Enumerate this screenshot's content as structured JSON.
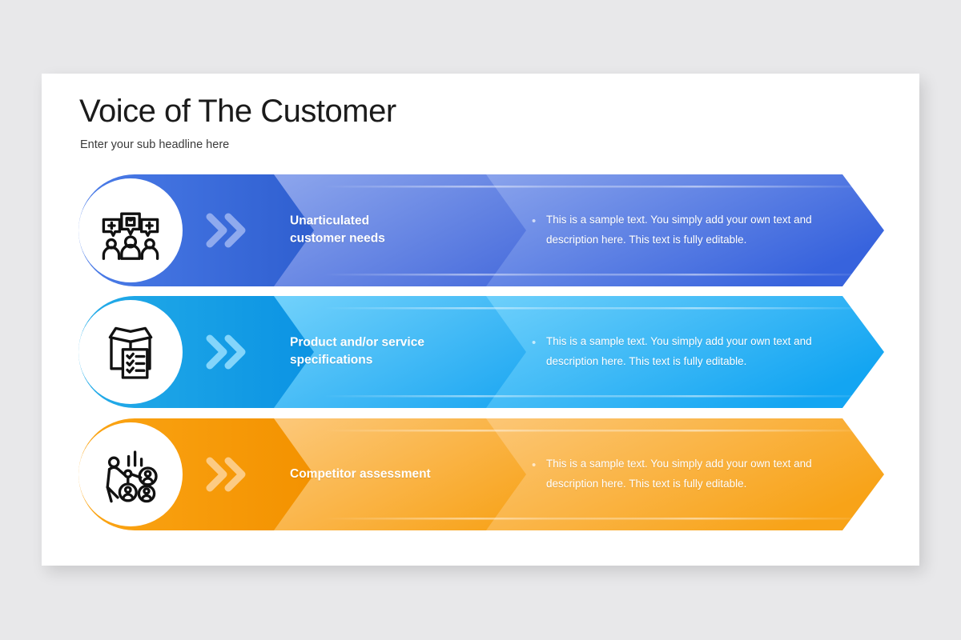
{
  "slide": {
    "title": "Voice of The Customer",
    "subtitle": "Enter your sub headline here",
    "background_color": "#e8e8ea",
    "card_color": "#ffffff"
  },
  "rows": [
    {
      "icon": "customer-feedback-icon",
      "title": "Unarticulated\ncustomer needs",
      "bullet": "•",
      "body": "This is a sample text. You simply add your own text and description here. This text is fully editable.",
      "colors": {
        "badge": "#3b6fdd",
        "left_segment_from": "#4b7ce8",
        "left_segment_to": "#2f5fd0",
        "mid_segment_from": "#8ba4ec",
        "mid_segment_to": "#4b6fdd",
        "right_segment_from": "#8ba4ec",
        "right_segment_to": "#3763dd",
        "chevron_glyph": "#97b0f0"
      }
    },
    {
      "icon": "product-specification-icon",
      "title": "Product and/or service\nspecifications",
      "bullet": "•",
      "body": "This is a sample text. You simply add your own text and description here. This text is fully editable.",
      "colors": {
        "badge": "#18a8f0",
        "left_segment_from": "#24ace8",
        "left_segment_to": "#0b93e3",
        "mid_segment_from": "#6fd0fb",
        "mid_segment_to": "#21a9f2",
        "right_segment_from": "#6fd0fb",
        "right_segment_to": "#13a5f2",
        "chevron_glyph": "#8ddafd"
      }
    },
    {
      "icon": "competitor-analysis-icon",
      "title": "Competitor assessment",
      "bullet": "•",
      "body": "This is a sample text. You simply add your own text and description here. This text is fully editable.",
      "colors": {
        "badge": "#f69f0e",
        "left_segment_from": "#fba515",
        "left_segment_to": "#f39200",
        "mid_segment_from": "#fcc777",
        "mid_segment_to": "#f8a41d",
        "right_segment_from": "#fcc777",
        "right_segment_to": "#f8a318",
        "chevron_glyph": "#fdd08f"
      }
    }
  ]
}
